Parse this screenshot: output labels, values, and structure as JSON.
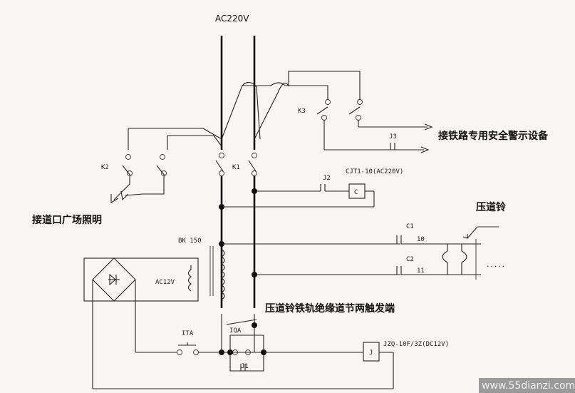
{
  "diagram": {
    "power_label": "AC220V",
    "label_railway": "接铁路专用安全警示设备",
    "label_lighting": "接道口广场照明",
    "label_bell": "压道铃",
    "label_trigger": "压道铃铁轨绝缘道节两触发端",
    "k1": "K1",
    "k2": "K2",
    "k3": "K3",
    "j1": "J1",
    "j2": "J2",
    "j3": "J3",
    "contactor": "CJT1-10(AC220V)",
    "contactor_coil": "C",
    "transformer": "BK 150",
    "ac12v": "AC12V",
    "c1": "C1",
    "c2": "C2",
    "c1_num": "10",
    "c2_num": "11",
    "dots": ".....",
    "ita": "ITA",
    "iqa": "IQA",
    "relay": "JZQ-10F/3Z(DC12V)",
    "relay_coil": "J",
    "watermark": "www.55dianzi.com",
    "colors": {
      "ink": "#1a1a1a",
      "paper": "#f7f6f2",
      "watermark_bg": "#9a9a9a"
    }
  }
}
